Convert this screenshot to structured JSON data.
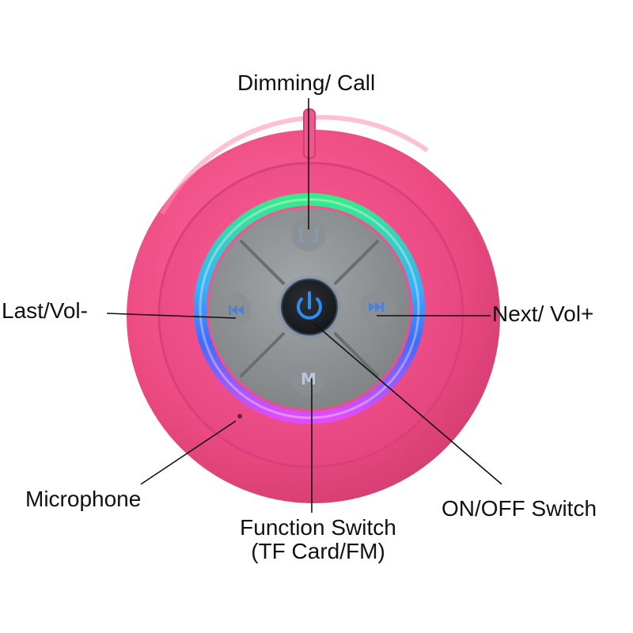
{
  "colors": {
    "body_outer": "#e85081",
    "body_inner": "#f04d86",
    "panel": "#8f9294",
    "button_face": "#8a8d90",
    "power_button": "#1f2327",
    "power_glyph": "#2f8df0",
    "leader_line": "#111111",
    "ring_green": "#2ef28a",
    "ring_blue": "#3a6cff",
    "ring_magenta": "#e04cff"
  },
  "device": {
    "power_icon": "power-icon",
    "dimming_icon": "phone-icon",
    "last_icon": "previous-track-icon",
    "next_icon": "next-track-icon",
    "mode_glyph": "M"
  },
  "labels": {
    "dimming_call": "Dimming/ Call",
    "last_vol": "Last/Vol-",
    "next_vol": "Next/ Vol+",
    "microphone": "Microphone",
    "on_off_switch": "ON/OFF Switch",
    "function_switch_line1": "Function Switch",
    "function_switch_line2": "(TF Card/FM)"
  }
}
